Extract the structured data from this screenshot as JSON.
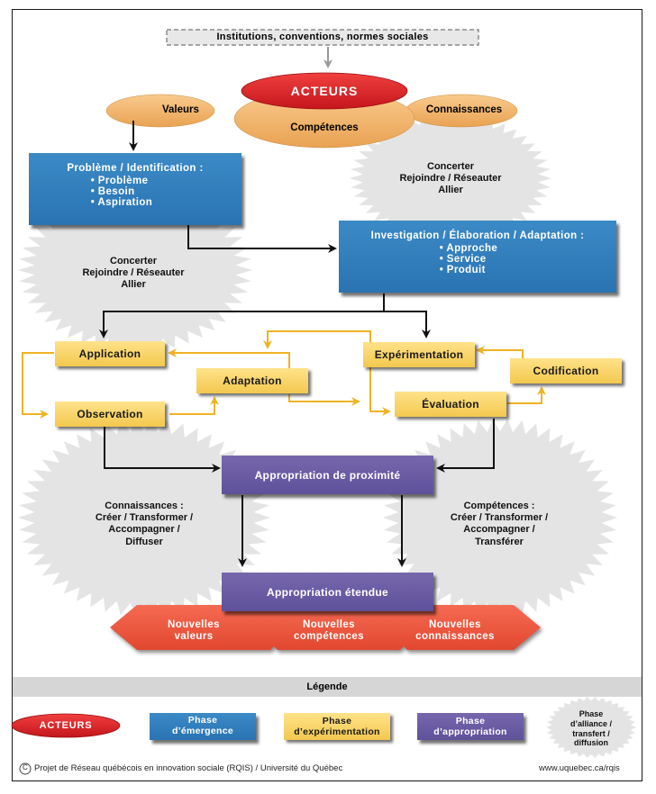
{
  "diagram": {
    "institutions": "Institutions, conventions, normes sociales",
    "actors": {
      "label": "ACTEURS",
      "petals": [
        "Valeurs",
        "Compétences",
        "Connaissances"
      ]
    },
    "emergence_1": {
      "title": "Problème / Identification :",
      "items": [
        "• Problème",
        "• Besoin",
        "• Aspiration"
      ]
    },
    "emergence_2": {
      "title": "Investigation / Élaboration / Adaptation :",
      "items": [
        "• Approche",
        "• Service",
        "• Produit"
      ]
    },
    "alliance_bursts": [
      {
        "lines": [
          "Concerter",
          "Rejoindre / Réseauter",
          "Allier"
        ]
      },
      {
        "lines": [
          "Concerter",
          "Rejoindre / Réseauter",
          "Allier"
        ]
      },
      {
        "lines": [
          "Connaissances :",
          "Créer / Transformer /",
          "Accompagner /",
          "Diffuser"
        ]
      },
      {
        "lines": [
          "Compétences :",
          "Créer / Transformer /",
          "Accompagner /",
          "Transférer"
        ]
      }
    ],
    "experimentation": {
      "application": "Application",
      "observation": "Observation",
      "adaptation": "Adaptation",
      "experimentation": "Expérimentation",
      "evaluation": "Évaluation",
      "codification": "Codification"
    },
    "appropriation": {
      "proximite": "Appropriation de proximité",
      "etendue": "Appropriation étendue"
    },
    "outcomes": [
      [
        "Nouvelles",
        "valeurs"
      ],
      [
        "Nouvelles",
        "compétences"
      ],
      [
        "Nouvelles",
        "connaissances"
      ]
    ]
  },
  "legend": {
    "title": "Légende",
    "items": [
      {
        "label": "ACTEURS"
      },
      {
        "line1": "Phase",
        "line2": "d’émergence"
      },
      {
        "line1": "Phase",
        "line2": "d’expérimentation"
      },
      {
        "line1": "Phase",
        "line2": "d’appropriation"
      },
      {
        "lines": [
          "Phase",
          "d’alliance /",
          "transfert /",
          "diffusion"
        ]
      }
    ]
  },
  "footer": {
    "copyright_symbol": "C",
    "credit": "Projet de Réseau québécois en innovation sociale (RQIS) / Université du Québec",
    "url": "www.uquebec.ca/rqis"
  },
  "colors": {
    "actors_red": "#d9262c",
    "petal_orange": "#f2b46b",
    "emergence_blue": "#2d78b6",
    "experimentation_yellow": "#f7d264",
    "appropriation_purple": "#6b5ca5",
    "outcome_red": "#ef5a45",
    "alliance_gray": "#e4e4e4",
    "loop_arrow": "#f0b323"
  }
}
